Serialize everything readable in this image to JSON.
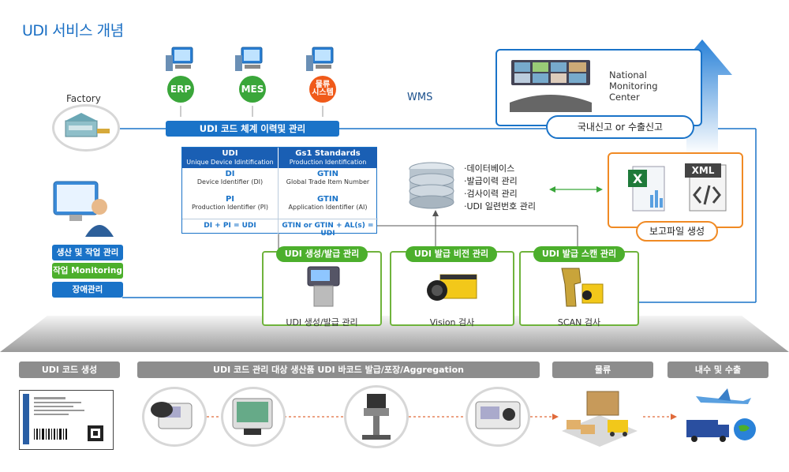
{
  "title": "UDI 서비스 개념",
  "systems": {
    "erp": "ERP",
    "mes": "MES",
    "logistics": "물류\n시스템",
    "wms": "WMS"
  },
  "factory_label": "Factory",
  "udi_bar": "UDI 코드 체계 이력및 관리",
  "national": {
    "label": "National\nMonitoring\nCenter",
    "report": "국내신고 or 수출신고"
  },
  "udi_table": {
    "col1_title": "UDI",
    "col1_sub": "Unique Device Idintification",
    "col2_title": "Gs1 Standards",
    "col2_sub": "Production Identification",
    "rows": [
      {
        "a_code": "DI",
        "a_desc": "Device Identifier (DI)",
        "b_code": "GTIN",
        "b_desc": "Global Trade Item Number"
      },
      {
        "a_code": "PI",
        "a_desc": "Production Identifier (PI)",
        "b_code": "GTIN",
        "b_desc": "Application Identifier (AI)"
      }
    ],
    "formula_a": "DI + PI = UDI",
    "formula_b": "GTIN or GTIN + AL(s) = UDI"
  },
  "database_items": [
    "·데이터베이스",
    "·발급이력 관리",
    "·검사이력 관리",
    "·UDI 일련번호 관리"
  ],
  "report_file": {
    "xml": "XML",
    "label": "보고파일 생성"
  },
  "left_menu": [
    "생산 및 작업 관리",
    "작업 Monitoring",
    "장애관리"
  ],
  "modules": [
    {
      "header": "UDI 생성/발급 관리",
      "caption": "UDI 생성/발급 관리"
    },
    {
      "header": "UDI 발급 비전 관리",
      "caption": "Vision 검사"
    },
    {
      "header": "UDI 발급 스캔 관리",
      "caption": "SCAN 검사"
    }
  ],
  "process": {
    "code_gen": "UDI 코드 생성",
    "aggregation": "UDI 코드 관리 대상 생산품 UDI 바코드 발급/포장/Aggregation",
    "logistics": "물류",
    "export": "내수 및 수출"
  },
  "colors": {
    "blue": "#1a73c8",
    "green": "#4caf2c",
    "orange": "#f08a24",
    "gray": "#8d8d8d"
  }
}
